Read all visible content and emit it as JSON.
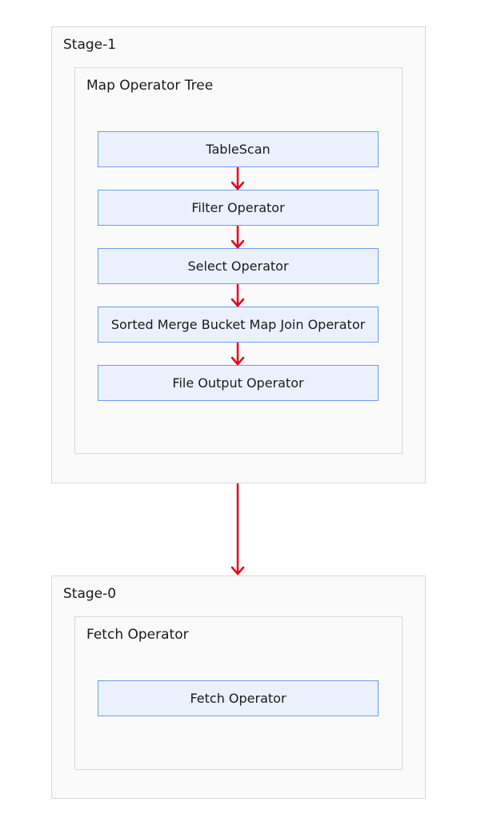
{
  "stages": [
    {
      "title": "Stage-1",
      "group": {
        "title": "Map Operator Tree",
        "operators": [
          "TableScan",
          "Filter Operator",
          "Select Operator",
          "Sorted Merge Bucket Map Join Operator",
          "File Output Operator"
        ]
      }
    },
    {
      "title": "Stage-0",
      "group": {
        "title": "Fetch Operator",
        "operators": [
          "Fetch Operator"
        ]
      }
    }
  ],
  "colors": {
    "arrow": "#e8001c",
    "operator_fill": "#eaf1fd",
    "operator_border": "#6d9eeb",
    "container_fill": "#fafafa",
    "container_border": "#d8d8d8"
  }
}
